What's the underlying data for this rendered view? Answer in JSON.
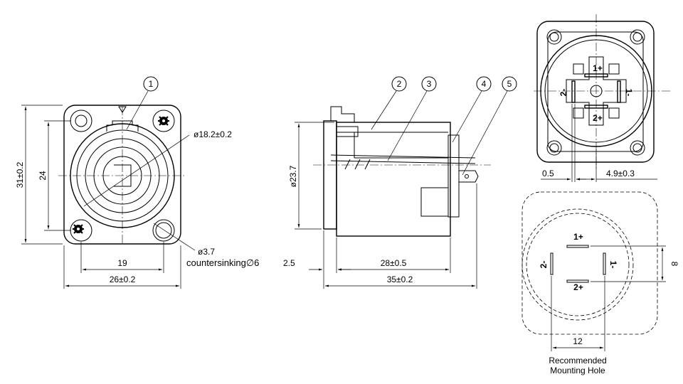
{
  "front_view": {
    "dim_height": "31±0.2",
    "dim_inner_height": "24",
    "dim_diameter": "ø18.2±0.2",
    "dim_hole": "ø3.7",
    "countersink": "countersinking∅6",
    "dim_hole_spacing": "19",
    "dim_width": "26±0.2"
  },
  "side_view": {
    "dim_diameter": "ø23.7",
    "dim_flange": "2.5",
    "dim_body": "28±0.5",
    "dim_total": "35±0.2"
  },
  "balloons": [
    "1",
    "2",
    "3",
    "4",
    "5"
  ],
  "rear_view": {
    "pins": [
      "1+",
      "1-",
      "2-",
      "2+"
    ],
    "dim_small": "0.5",
    "dim_offset": "4.9±0.3"
  },
  "mounting_hole": {
    "pins": [
      "1+",
      "1-",
      "2-",
      "2+"
    ],
    "dim_vertical": "8",
    "dim_horizontal": "12",
    "caption_line1": "Recommended",
    "caption_line2": "Mounting Hole"
  }
}
